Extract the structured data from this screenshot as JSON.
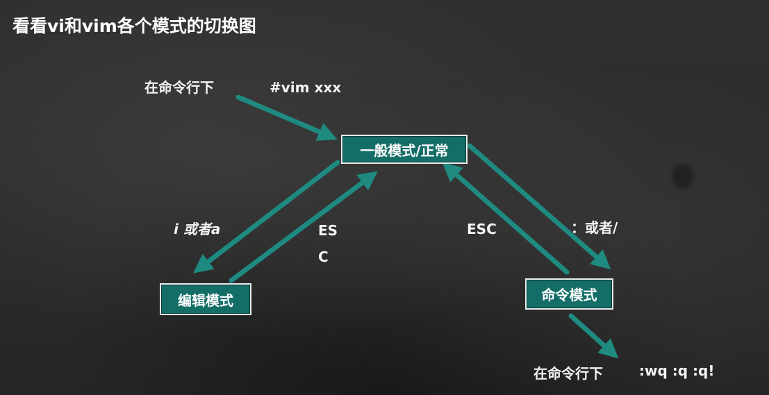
{
  "title": "看看vi和vim各个模式的切换图",
  "nodes": {
    "normal_mode": "一般模式/正常",
    "edit_mode": "编辑模式",
    "command_mode": "命令模式"
  },
  "labels": {
    "start_label": "在命令行下",
    "start_command": "#vim  xxx",
    "to_edit": "i 或者a",
    "edit_back_line1": "ES",
    "edit_back_line2": "C",
    "command_back": "ESC",
    "to_command": "：或者/",
    "end_label": "在命令行下",
    "end_commands": ":wq  :q   :q!"
  },
  "colors": {
    "arrow": "#1e8a80",
    "box_fill": "#146d67",
    "box_border": "#e6f0ee"
  }
}
